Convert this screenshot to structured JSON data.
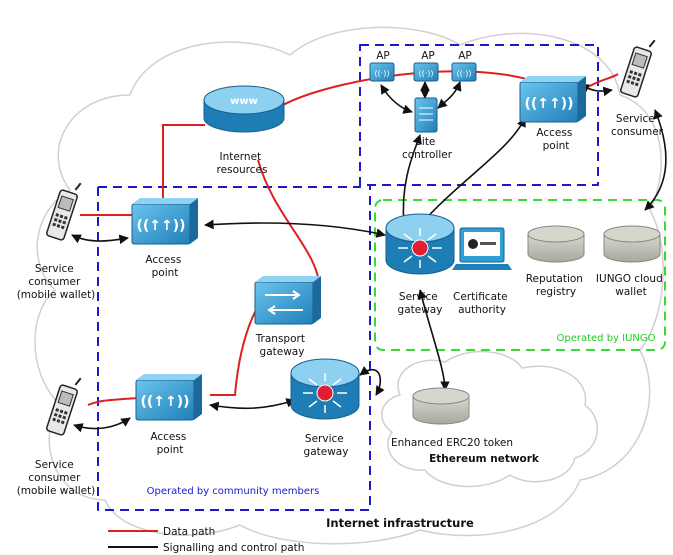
{
  "labels": {
    "ap_small": "AP",
    "site_controller": [
      "Site",
      "controller"
    ],
    "access_point": [
      "Access",
      "point"
    ],
    "service_consumer_top": [
      "Service",
      "consumer"
    ],
    "internet_resources": [
      "Internet",
      "resources"
    ],
    "service_consumer_mobile": [
      "Service",
      "consumer",
      "(mobile wallet)"
    ],
    "service_gateway": [
      "Service",
      "gateway"
    ],
    "certificate_authority": [
      "Certificate",
      "authority"
    ],
    "reputation_registry": [
      "Reputation",
      "registry"
    ],
    "iungo_cloud_wallet": [
      "IUNGO cloud",
      "wallet"
    ],
    "transport_gateway": [
      "Transport",
      "gateway"
    ],
    "enhanced_token": "Enhanced ERC20 token",
    "ethereum_network": "Ethereum network",
    "internet_infrastructure": "Internet infrastructure",
    "operated_by_iungo": "Operated by IUNGO",
    "operated_by_community": "Operated by community members",
    "www": "www"
  },
  "legend": {
    "data_path": "Data path",
    "signalling_path": "Signalling and control path"
  },
  "colors": {
    "data_path": "#e02020",
    "signalling_path": "#111111",
    "community_box": "#1a1acc",
    "iungo_box": "#33dd33",
    "device_blue": "#2e9fd6",
    "cloud_stroke": "#cfcfcf"
  }
}
